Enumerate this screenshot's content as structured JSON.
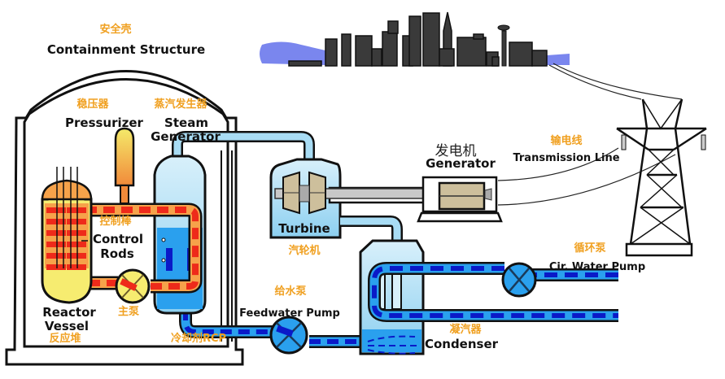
{
  "title": "Pressurized Water Reactor Nuclear Power Plant",
  "labels": {
    "containment": {
      "cn": "安全壳",
      "en": "Containment Structure"
    },
    "pressurizer": {
      "cn": "稳压器",
      "en": "Pressurizer"
    },
    "steam_generator": {
      "cn": "蒸汽发生器",
      "en_line1": "Steam",
      "en_line2": "Generator"
    },
    "control_rods": {
      "cn": "控制棒",
      "en_line1": "Control",
      "en_line2": "Rods"
    },
    "reactor_vessel": {
      "cn": "反应堆",
      "en_line1": "Reactor",
      "en_line2": "Vessel"
    },
    "main_pump": {
      "cn": "主泵"
    },
    "coolant": {
      "cn": "冷却剂RCP"
    },
    "turbine": {
      "cn": "汽轮机",
      "en": "Turbine"
    },
    "generator": {
      "cn": "发电机",
      "en": "Generator"
    },
    "transmission_line": {
      "cn": "输电线",
      "en": "Transmission Line"
    },
    "feedwater_pump": {
      "cn": "给水泵",
      "en": "Feedwater Pump"
    },
    "condenser": {
      "cn": "凝汽器",
      "en": "Condenser"
    },
    "cir_water_pump": {
      "cn": "循环泵",
      "en": "Cir. Water Pump"
    }
  },
  "colors": {
    "primary_loop_hot": "#ee2a1a",
    "primary_loop_fill": "#f6a24a",
    "reactor_fill": "#f6ec70",
    "secondary_water": "#2aa0ee",
    "secondary_dash": "#0a1ac8",
    "steam": "#a8dcf4",
    "label_cn": "#f0a020",
    "city_water": "#7a86ee"
  }
}
